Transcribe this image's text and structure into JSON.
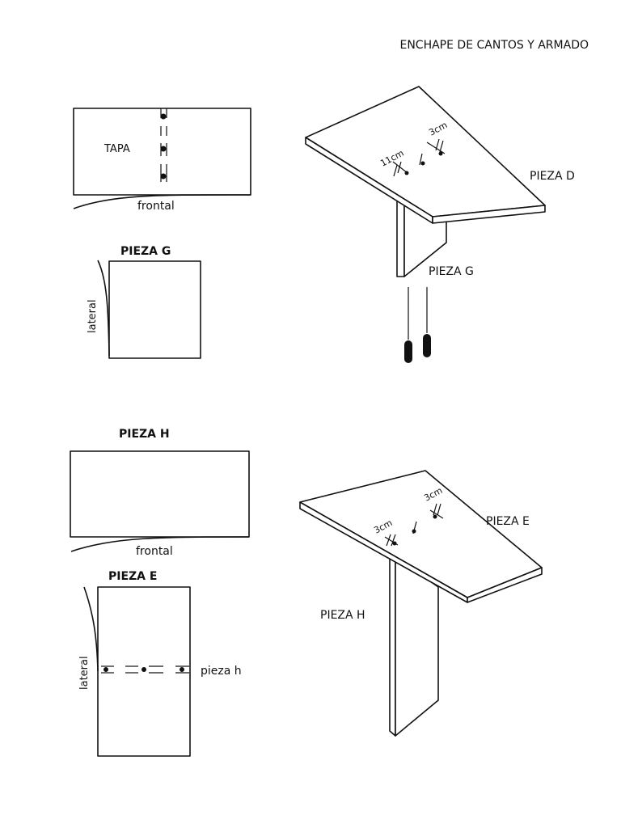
{
  "header": {
    "title": "ENCHAPE DE CANTOS Y ARMADO"
  },
  "top_left": {
    "tapa_label": "TAPA",
    "frontal_label": "frontal",
    "pieza_g_title": "PIEZA G",
    "lateral_label": "lateral"
  },
  "top_right": {
    "pieza_d_label": "PIEZA D",
    "pieza_g_label": "PIEZA G",
    "dim_11cm": "11cm",
    "dim_3cm": "3cm"
  },
  "bottom_left": {
    "pieza_h_title": "PIEZA H",
    "frontal_label": "frontal",
    "pieza_e_title": "PIEZA E",
    "lateral_label": "lateral",
    "pieza_h_label": "pieza h"
  },
  "bottom_right": {
    "pieza_e_label": "PIEZA E",
    "pieza_h_label": "PIEZA H",
    "dim_3cm_left": "3cm",
    "dim_3cm_right": "3cm"
  },
  "colors": {
    "ink": "#111111",
    "paper": "#ffffff"
  }
}
